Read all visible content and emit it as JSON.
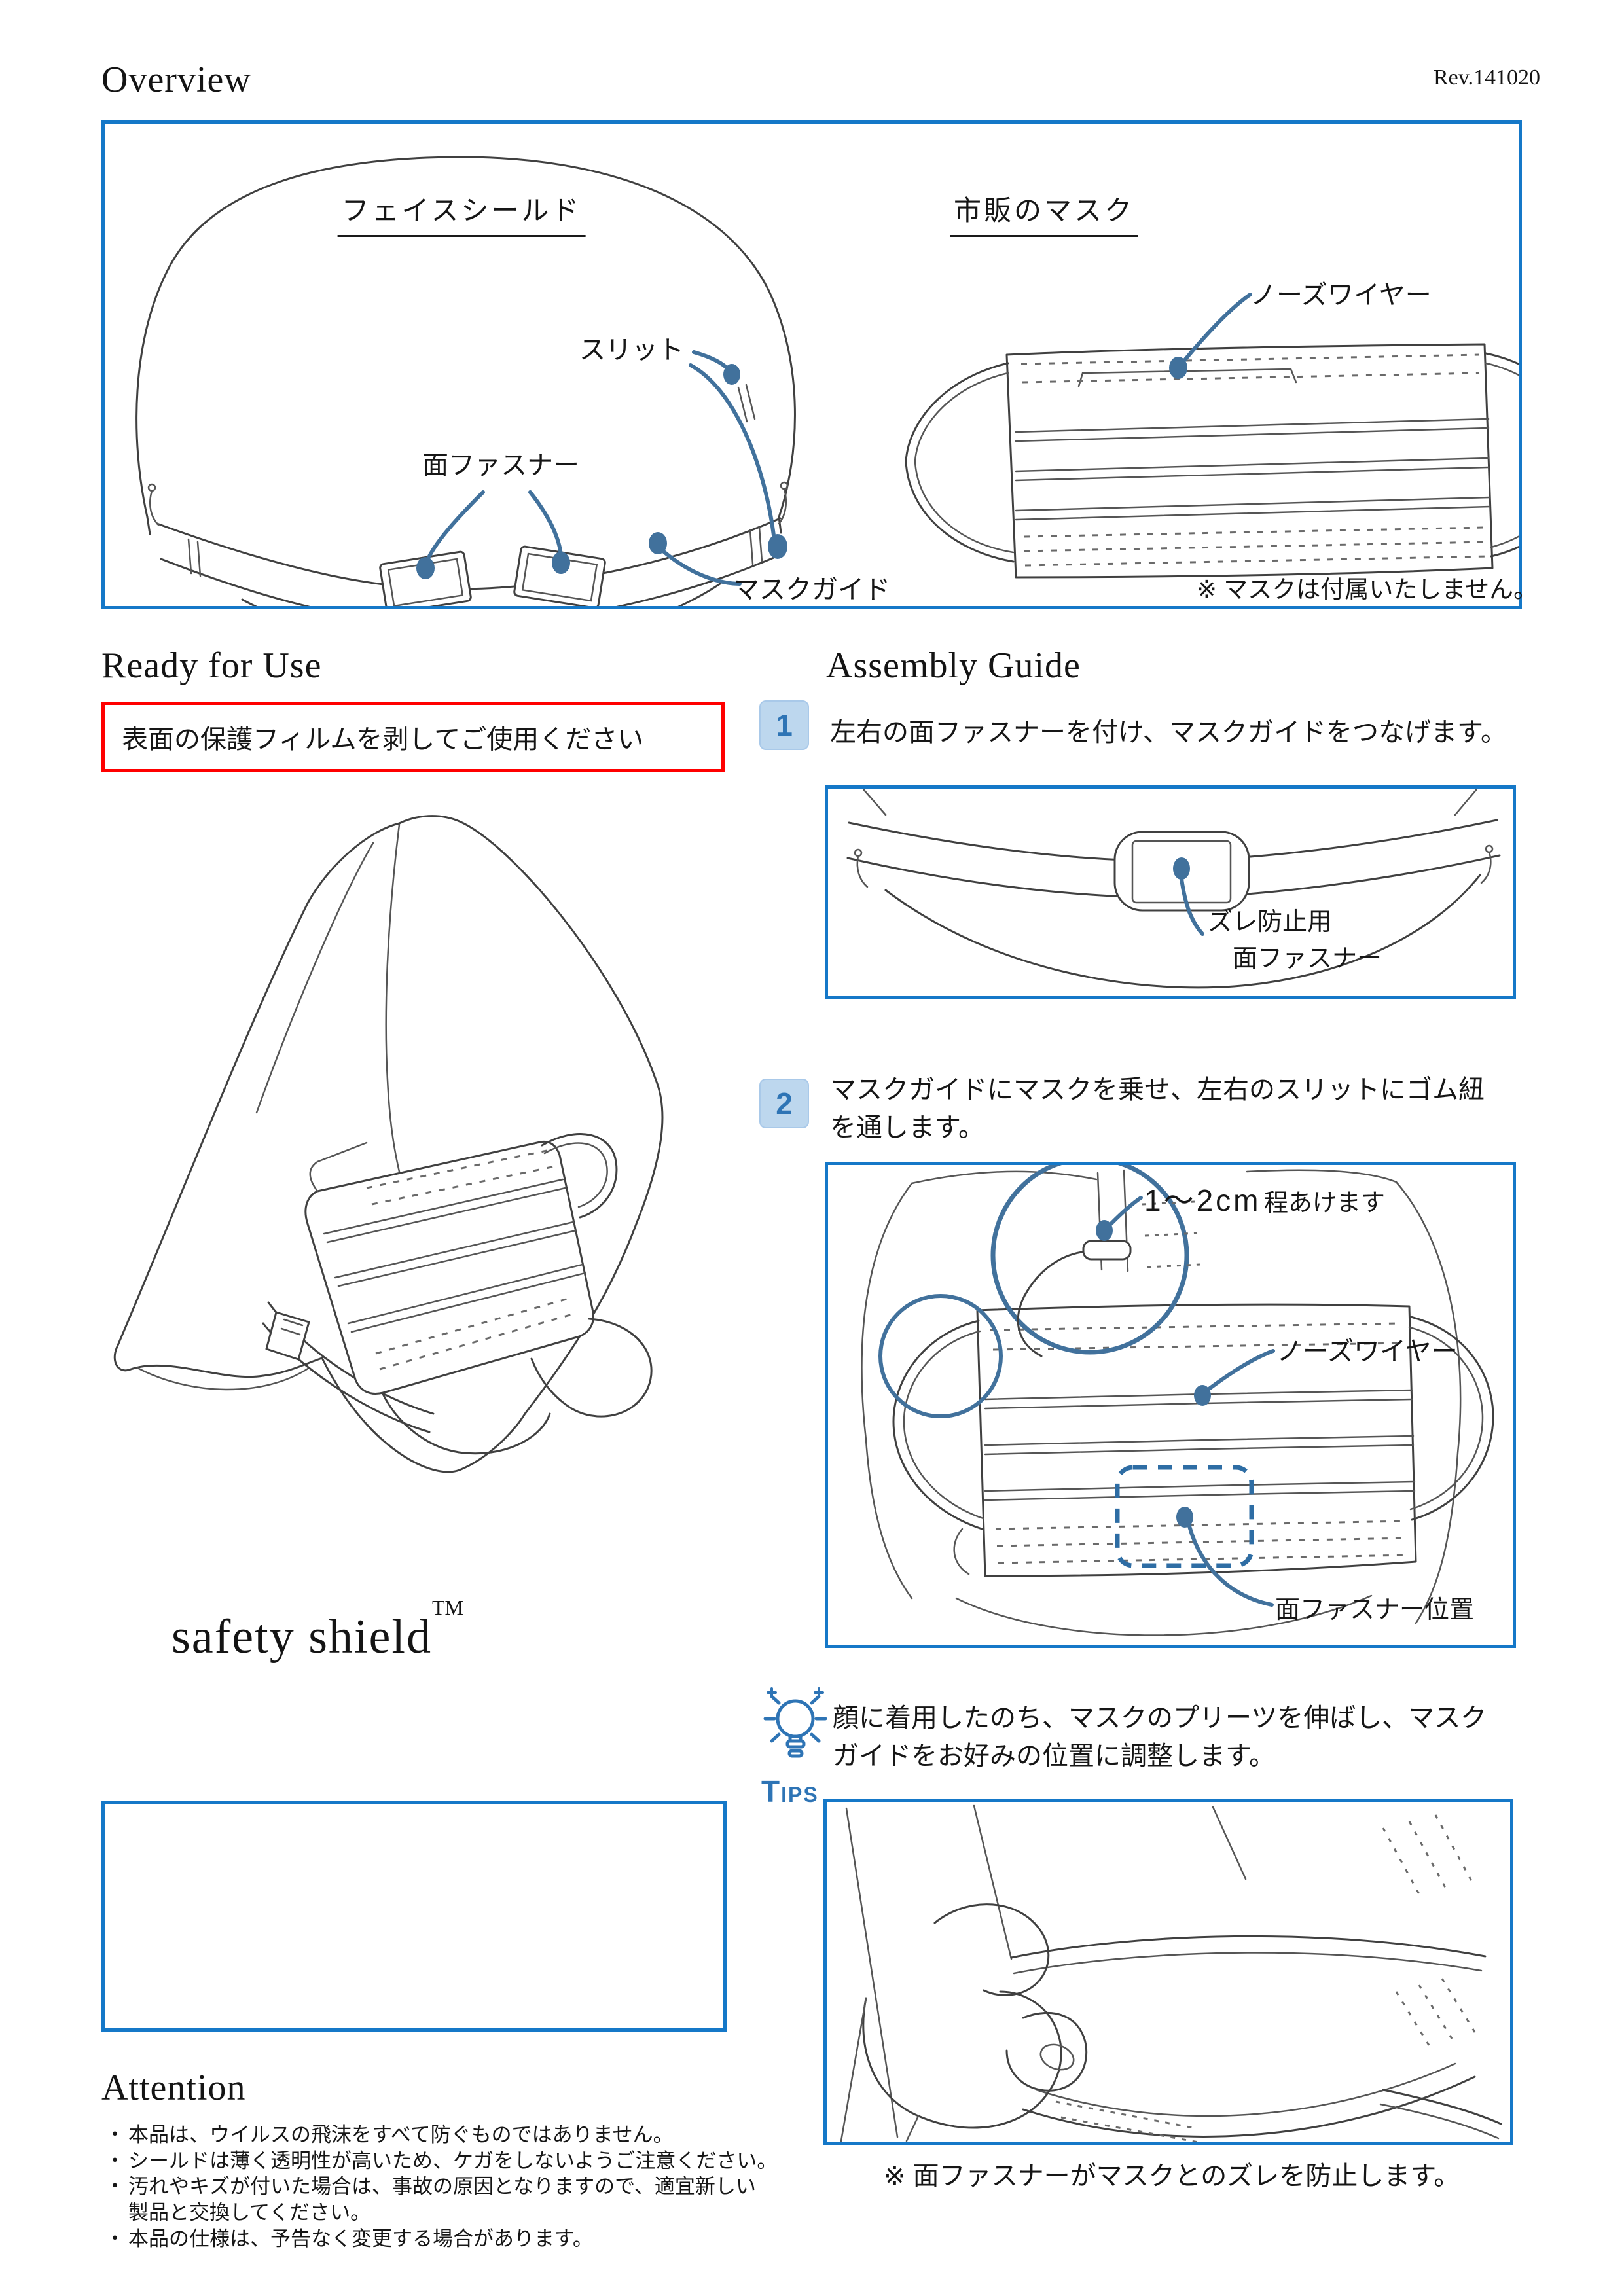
{
  "header": {
    "rev": "Rev.141020"
  },
  "overview": {
    "title": "Overview",
    "faceshield_title": "フェイスシールド",
    "mask_title": "市販のマスク",
    "label_slit": "スリット",
    "label_velcro": "面ファスナー",
    "label_mask_guide": "マスクガイド",
    "label_nose_wire": "ノーズワイヤー",
    "note": "※ マスクは付属いたしません。"
  },
  "ready": {
    "title": "Ready for Use",
    "warning": "表面の保護フィルムを剥してご使用ください",
    "brand": "safety shield",
    "trademark": "TM"
  },
  "assembly": {
    "title": "Assembly Guide",
    "steps": [
      {
        "num": "1",
        "text": "左右の面ファスナーを付け、マスクガイドをつなげます。",
        "callout_line1": "ズレ防止用",
        "callout_line2": "面ファスナー"
      },
      {
        "num": "2",
        "text_line1": "マスクガイドにマスクを乗せ、左右のスリットにゴム紐",
        "text_line2": "を通します。",
        "gap_label": "1～2cm",
        "gap_suffix": "程あけます",
        "nose_wire": "ノーズワイヤー",
        "velcro_position": "面ファスナー位置"
      }
    ]
  },
  "tips": {
    "badge": "Tips",
    "line1": "顔に着用したのち、マスクのプリーツを伸ばし、マスク",
    "line2": "ガイドをお好みの位置に調整します。",
    "note": "※ 面ファスナーがマスクとのズレを防止します。"
  },
  "attention": {
    "title": "Attention",
    "bullet": "・",
    "items": [
      "本品は、ウイルスの飛沫をすべて防ぐものではありません。",
      "シールドは薄く透明性が高いため、ケガをしないようご注意ください。",
      "汚れやキズが付いた場合は、事故の原因となりますので、適宜新しい",
      "製品と交換してください。",
      "本品の仕様は、予告なく変更する場合があります。"
    ]
  },
  "colors": {
    "box_border": "#1578c8",
    "callout": "#41719c",
    "warning_border": "#ff0000",
    "badge_bg": "#bdd7ee",
    "badge_text": "#2e74b5",
    "tips_accent": "#2e74b5"
  }
}
